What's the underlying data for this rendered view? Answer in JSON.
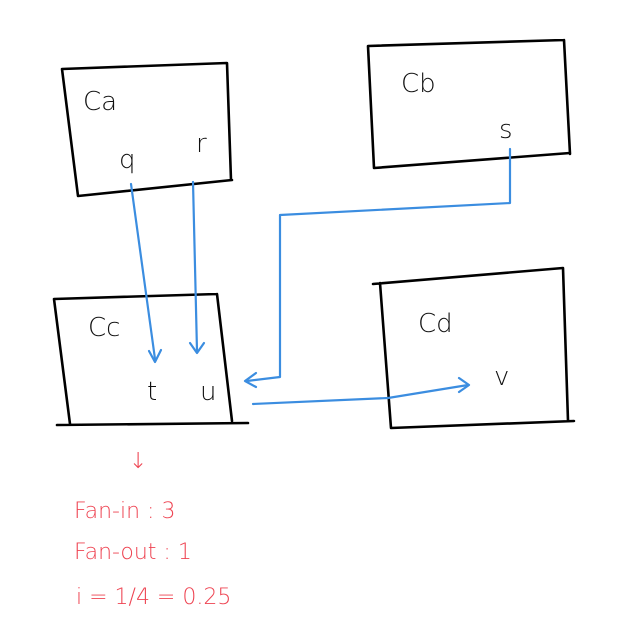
{
  "diagram": {
    "components": [
      {
        "id": "Ca",
        "label": "Ca",
        "ports": [
          "q",
          "r"
        ]
      },
      {
        "id": "Cb",
        "label": "Cb",
        "ports": [
          "s"
        ]
      },
      {
        "id": "Cc",
        "label": "Cc",
        "ports": [
          "t",
          "u"
        ]
      },
      {
        "id": "Cd",
        "label": "Cd",
        "ports": [
          "v"
        ]
      }
    ],
    "connections": [
      {
        "from": "q",
        "to": "t"
      },
      {
        "from": "r",
        "to": "u"
      },
      {
        "from": "s",
        "to": "u"
      },
      {
        "from": "u",
        "to": "v"
      }
    ],
    "annotation": {
      "arrow_glyph": "↓",
      "fan_in": "Fan-in : 3",
      "fan_out": "Fan-out : 1",
      "instability": "i = 1/4 = 0.25"
    }
  },
  "colors": {
    "ink": "#000000",
    "wire": "#3b8de0",
    "annotation": "#ee4452",
    "background": "#ffffff"
  }
}
